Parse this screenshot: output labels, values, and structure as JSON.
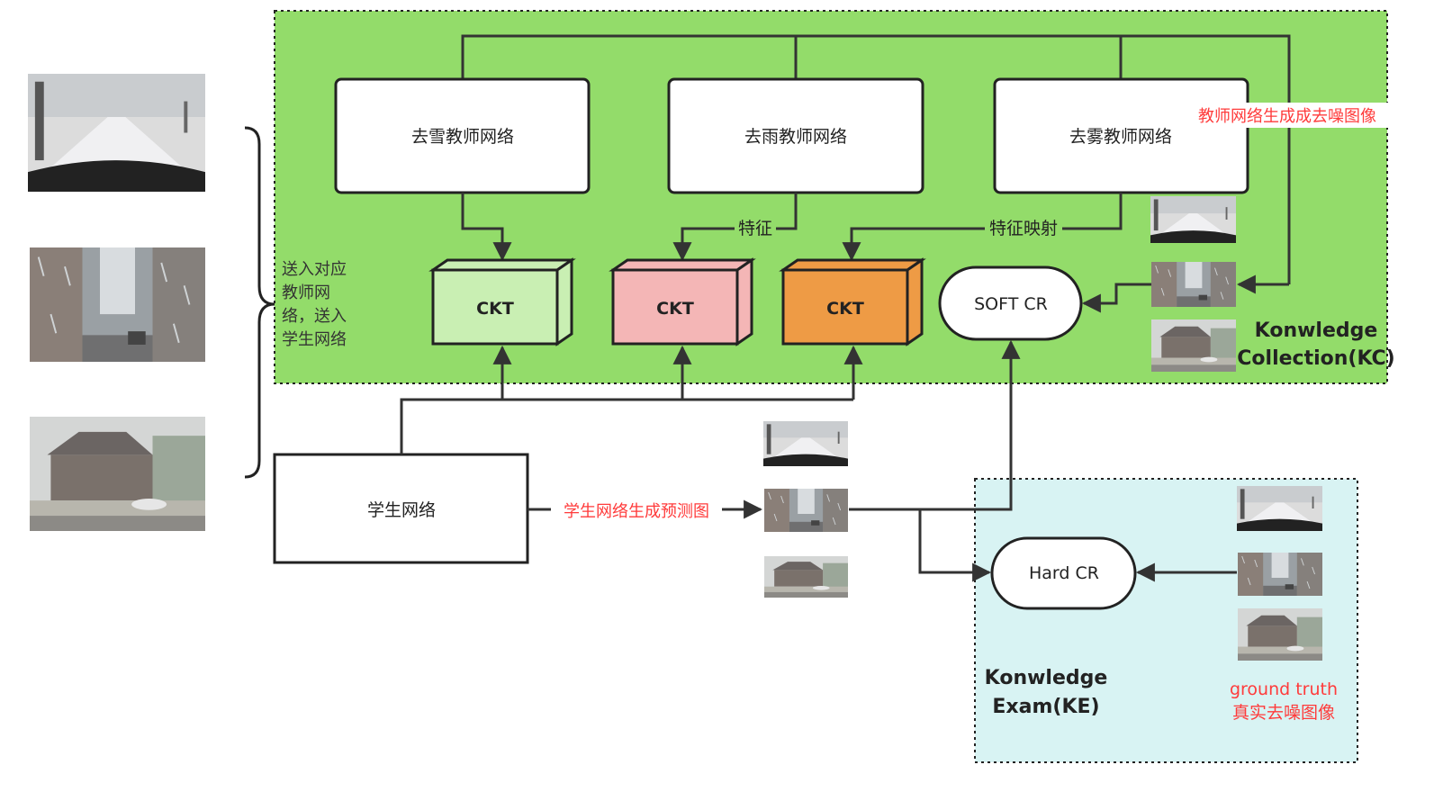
{
  "colors": {
    "kc_region": "#93dc6a",
    "ke_region": "#d8f3f3",
    "ckt_green": "#c9efb3",
    "ckt_pink": "#f4b6b6",
    "ckt_orange": "#ee9b45",
    "red_text": "#ff3b3b",
    "line": "#333333"
  },
  "teachers": {
    "snow": "去雪教师网络",
    "rain": "去雨教师网络",
    "haze": "去雾教师网络"
  },
  "ckt": {
    "label": "CKT"
  },
  "soft_cr": "SOFT CR",
  "hard_cr": "Hard CR",
  "student": "学生网络",
  "labels": {
    "feature": "特征",
    "feature_map": "特征映射",
    "send_to": [
      "送入对应",
      "教师网",
      "络，送入",
      "学生网络"
    ],
    "teacher_output": "教师网络生成成去噪图像",
    "student_output": "学生网络生成预测图",
    "ground_truth": "ground truth",
    "ground_truth_cn": "真实去噪图像"
  },
  "regions": {
    "kc": [
      "Konwledge",
      "Collection(KC)"
    ],
    "ke": [
      "Konwledge",
      "Exam(KE)"
    ]
  },
  "images": {
    "snow_road": "snowy road view",
    "rain_street": "rainy city street",
    "hazy_house": "hazy house with car"
  }
}
